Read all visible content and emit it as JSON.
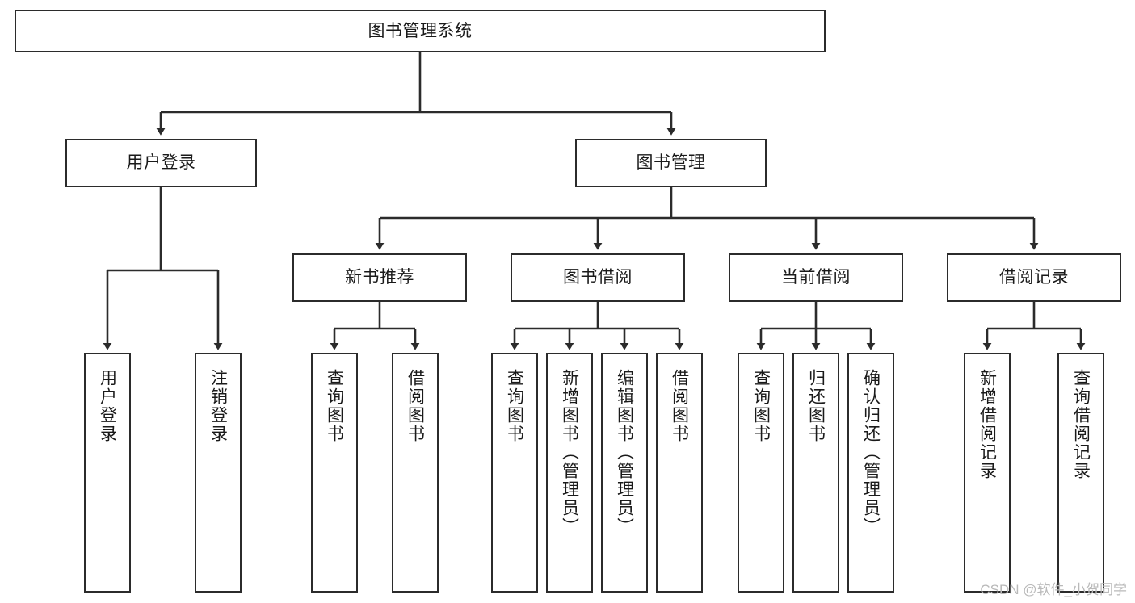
{
  "diagram": {
    "type": "tree-hierarchy",
    "title": "图书管理系统",
    "watermark": "CSDN @软件_小贺同学",
    "colors": {
      "box_stroke": "#2b2b2b",
      "box_fill": "#ffffff",
      "connector": "#2b2b2b",
      "text": "#1a1a1a",
      "watermark": "#b9b9b9",
      "background": "#ffffff"
    },
    "nodes": {
      "root": {
        "label": "图书管理系统",
        "level": 1,
        "orientation": "horizontal"
      },
      "l2": [
        {
          "id": "user-login",
          "label": "用户登录",
          "level": 2,
          "orientation": "horizontal"
        },
        {
          "id": "book-management",
          "label": "图书管理",
          "level": 2,
          "orientation": "horizontal"
        }
      ],
      "l3": [
        {
          "id": "new-book-recommend",
          "label": "新书推荐",
          "level": 3,
          "orientation": "horizontal"
        },
        {
          "id": "book-borrow",
          "label": "图书借阅",
          "level": 3,
          "orientation": "horizontal"
        },
        {
          "id": "current-borrow",
          "label": "当前借阅",
          "level": 3,
          "orientation": "horizontal"
        },
        {
          "id": "borrow-record",
          "label": "借阅记录",
          "level": 3,
          "orientation": "horizontal"
        }
      ],
      "leaves": [
        {
          "id": "leaf-user-login",
          "label": "用户登录",
          "parent": "user-login",
          "orientation": "vertical"
        },
        {
          "id": "leaf-user-logout",
          "label": "注销登录",
          "parent": "user-login",
          "orientation": "vertical"
        },
        {
          "id": "leaf-query-book-1",
          "label": "查询图书",
          "parent": "new-book-recommend",
          "orientation": "vertical"
        },
        {
          "id": "leaf-borrow-book-1",
          "label": "借阅图书",
          "parent": "new-book-recommend",
          "orientation": "vertical"
        },
        {
          "id": "leaf-query-book-2",
          "label": "查询图书",
          "parent": "book-borrow",
          "orientation": "vertical"
        },
        {
          "id": "leaf-add-book",
          "label": "新增图书（管理员）",
          "parent": "book-borrow",
          "orientation": "vertical"
        },
        {
          "id": "leaf-edit-book",
          "label": "编辑图书（管理员）",
          "parent": "book-borrow",
          "orientation": "vertical"
        },
        {
          "id": "leaf-borrow-book-2",
          "label": "借阅图书",
          "parent": "book-borrow",
          "orientation": "vertical"
        },
        {
          "id": "leaf-query-book-3",
          "label": "查询图书",
          "parent": "current-borrow",
          "orientation": "vertical"
        },
        {
          "id": "leaf-return-book",
          "label": "归还图书",
          "parent": "current-borrow",
          "orientation": "vertical"
        },
        {
          "id": "leaf-confirm-return",
          "label": "确认归还（管理员）",
          "parent": "current-borrow",
          "orientation": "vertical"
        },
        {
          "id": "leaf-add-record",
          "label": "新增借阅记录",
          "parent": "borrow-record",
          "orientation": "vertical"
        },
        {
          "id": "leaf-query-record",
          "label": "查询借阅记录",
          "parent": "borrow-record",
          "orientation": "vertical"
        }
      ]
    }
  }
}
